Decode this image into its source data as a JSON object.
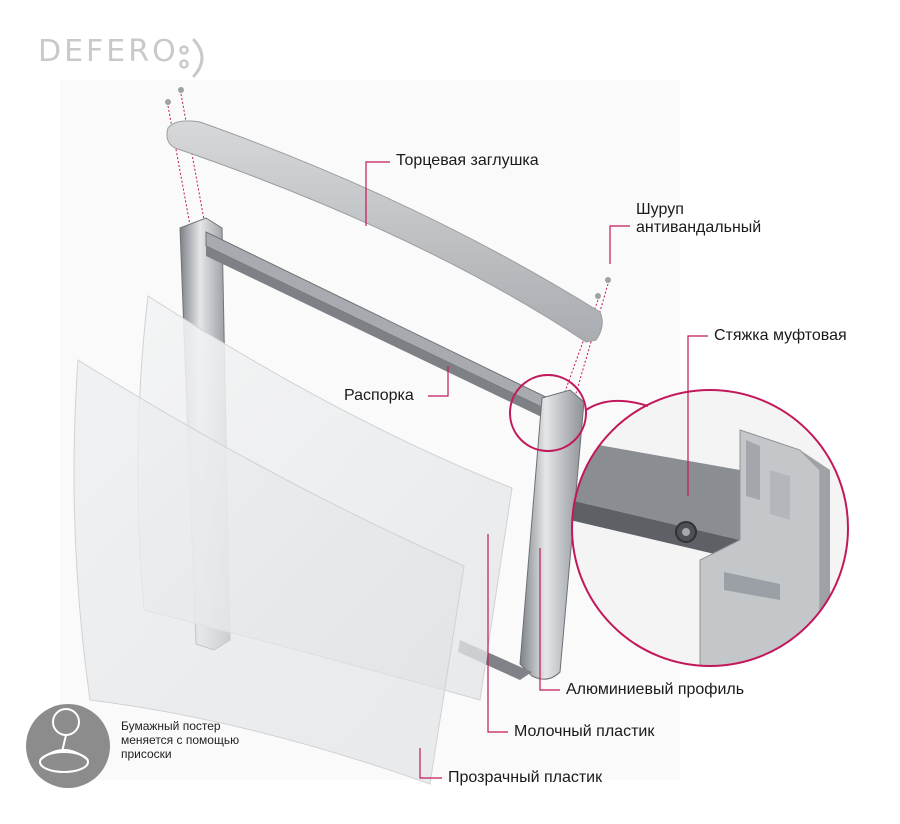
{
  "brand": {
    "name": "DEFERO",
    "smile": ":)"
  },
  "labels": {
    "end_cap": "Торцевая заглушка",
    "screw_line1": "Шуруп",
    "screw_line2": "антивандальный",
    "coupling": "Стяжка муфтовая",
    "spacer": "Распорка",
    "aluminum_profile": "Алюминиевый профиль",
    "milky_plastic": "Молочный пластик",
    "clear_plastic": "Прозрачный пластик"
  },
  "note": {
    "line1": "Бумажный постер",
    "line2": "меняется с помощью",
    "line3": "присоски"
  },
  "colors": {
    "accent": "#c2185b",
    "logo": "#c9c9c9",
    "metal": "#b9bcc0",
    "icon_bg": "#8c8c8c"
  }
}
